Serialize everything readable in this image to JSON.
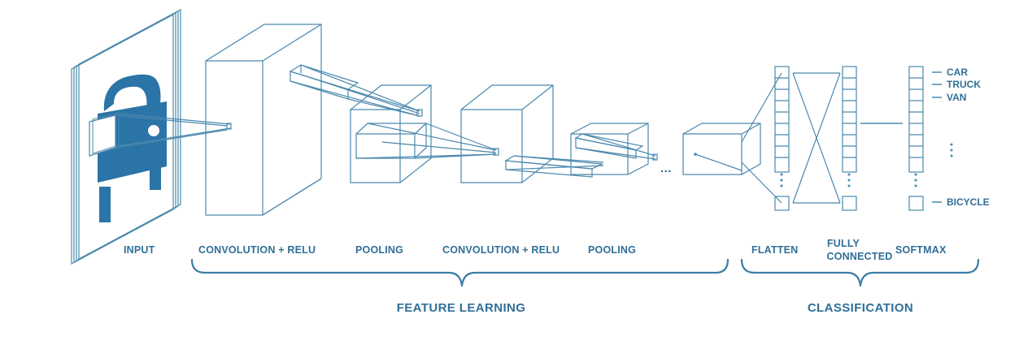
{
  "stages": {
    "input": "INPUT",
    "conv1": "CONVOLUTION + RELU",
    "pool1": "POOLING",
    "conv2": "CONVOLUTION + RELU",
    "pool2": "POOLING",
    "flatten": "FLATTEN",
    "fully_connected_line1": "FULLY",
    "fully_connected_line2": "CONNECTED",
    "softmax": "SOFTMAX"
  },
  "groups": {
    "feature_learning": "FEATURE LEARNING",
    "classification": "CLASSIFICATION"
  },
  "classes": [
    "CAR",
    "TRUCK",
    "VAN",
    "BICYCLE"
  ],
  "ellipsis": "...",
  "colors": {
    "primary": "#2f6f98",
    "line": "#4a88ad",
    "car": "#2b74a8"
  }
}
